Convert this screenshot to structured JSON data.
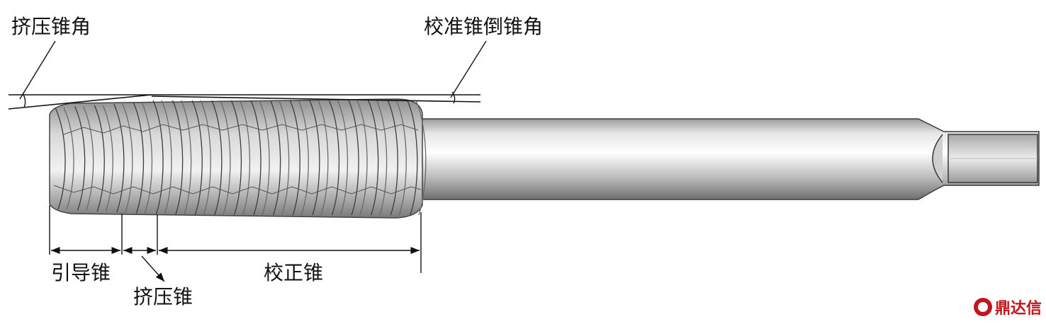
{
  "labels": {
    "squeeze_taper_angle": "挤压锥角",
    "calibration_chamfer_angle": "校准锥倒锥角",
    "guide_cone": "引导锥",
    "squeeze_cone": "挤压锥",
    "calibration_cone": "校正锥"
  },
  "watermark": {
    "text": "鼎达信"
  },
  "colors": {
    "line": "#111111",
    "accent": "#c0161c"
  }
}
